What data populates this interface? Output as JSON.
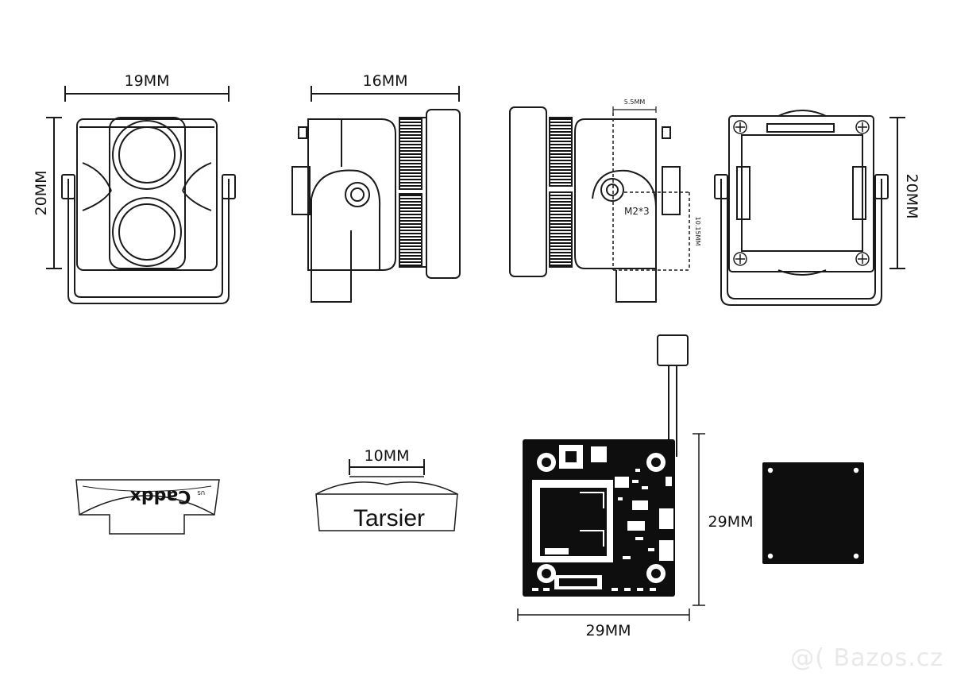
{
  "dimensions": {
    "front_width": "19MM",
    "front_height": "20MM",
    "side_depth": "16MM",
    "side_screw_offset": "5.5MM",
    "side_screw_height": "10.15MM",
    "side_screw_label": "M2*3",
    "back_height": "20MM",
    "lens_cap_width": "10MM",
    "board_height": "29MM",
    "board_width": "29MM"
  },
  "labels": {
    "brand_logo": "Caddx",
    "brand_logo_sub": "US",
    "model_name": "Tarsier"
  },
  "watermark": "@( Bazos.cz",
  "colors": {
    "line": "#1a1a1a",
    "fill": "#111111",
    "background": "#ffffff"
  }
}
